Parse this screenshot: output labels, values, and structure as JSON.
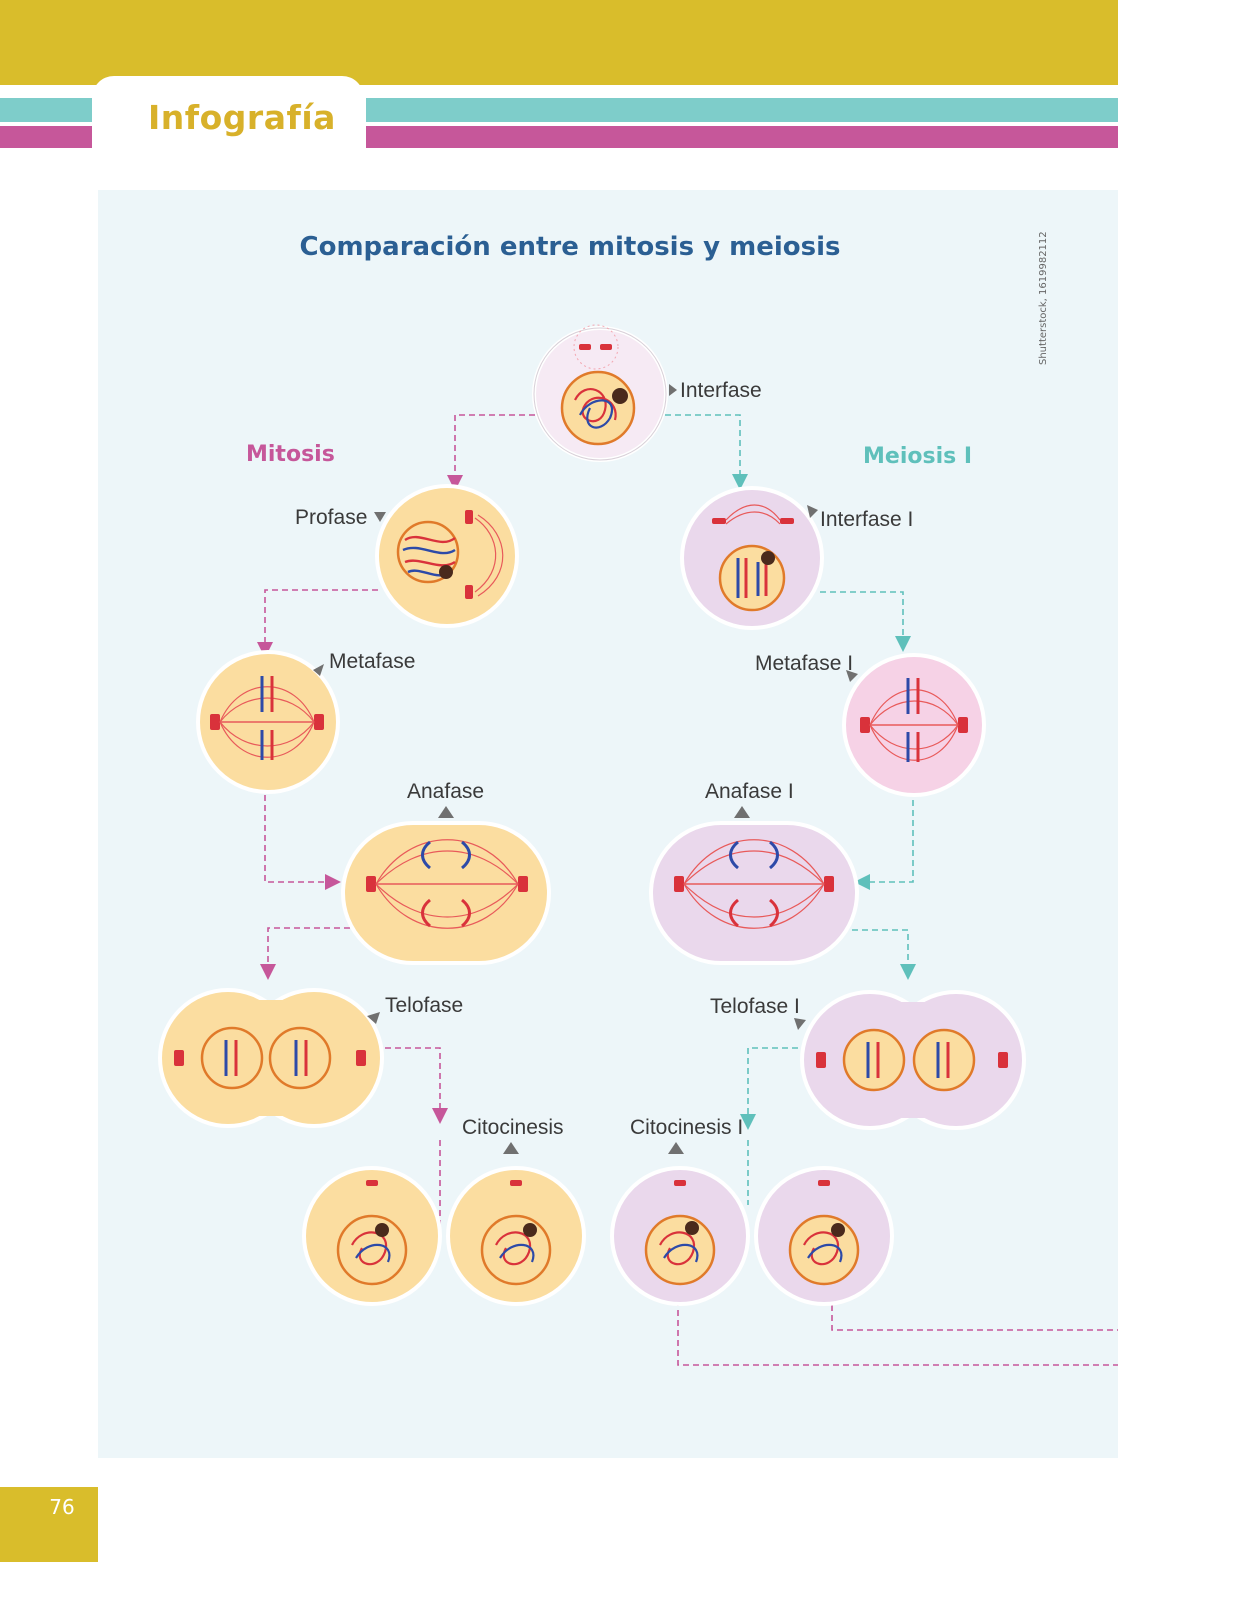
{
  "header": {
    "section_tab": "Infografía"
  },
  "title": "Comparación entre mitosis y meiosis",
  "credit": "Shutterstock, 1619982112",
  "page_number": "76",
  "colors": {
    "band": "#d9bd2b",
    "teal": "#7ecdca",
    "pink": "#c6579a",
    "mitosis_cell": "#fbdda0",
    "meiosis_cell": "#ead8ec",
    "title": "#2b5f93"
  },
  "columns": {
    "mitosis": "Mitosis",
    "meiosis": "Meiosis I"
  },
  "stages": {
    "interfase": "Interfase",
    "profase": "Profase",
    "metafase": "Metafase",
    "anafase": "Anafase",
    "telofase": "Telofase",
    "citocinesis": "Citocinesis",
    "interfase_i": "Interfase I",
    "metafase_i": "Metafase I",
    "anafase_i": "Anafase I",
    "telofase_i": "Telofase I",
    "citocinesis_i": "Citocinesis I"
  }
}
